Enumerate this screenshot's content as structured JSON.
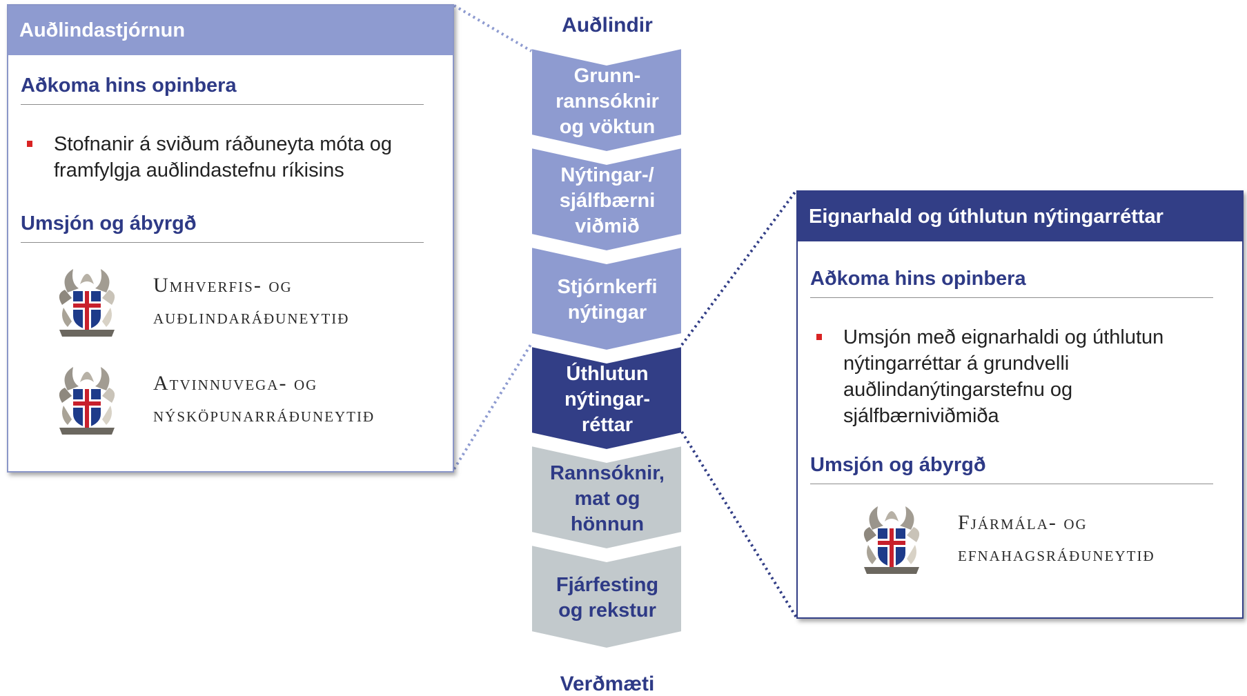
{
  "colors": {
    "light_purple": "#8e9bd0",
    "dark_navy": "#323e86",
    "grey": "#c2c9cc",
    "accent_red": "#d92323"
  },
  "flow": {
    "top_label": "Auðlindir",
    "bottom_label": "Verðmæti",
    "steps": [
      {
        "lines": [
          "Grunn-",
          "rannsóknir",
          "og vöktun"
        ],
        "style": "light"
      },
      {
        "lines": [
          "Nýtingar-/",
          "sjálfbærni",
          "viðmið"
        ],
        "style": "light"
      },
      {
        "lines": [
          "Stjórnkerfi",
          "nýtingar"
        ],
        "style": "light"
      },
      {
        "lines": [
          "Úthlutun",
          "nýtingar-",
          "réttar"
        ],
        "style": "dark"
      },
      {
        "lines": [
          "Rannsóknir,",
          "mat og",
          "hönnun"
        ],
        "style": "grey"
      },
      {
        "lines": [
          "Fjárfesting",
          "og rekstur"
        ],
        "style": "grey"
      }
    ]
  },
  "left_panel": {
    "title": "Auðlindastjórnun",
    "section1_heading": "Aðkoma hins opinbera",
    "bullet_lines": [
      "Stofnanir á sviðum ráðuneyta móta og",
      "framfylgja auðlindastefnu ríkisins"
    ],
    "section2_heading": "Umsjón og ábyrgð",
    "ministries": [
      {
        "line1": "Umhverfis- og",
        "line2": "auðlindaráðuneytið",
        "icon": "coat-of-arms-icon"
      },
      {
        "line1": "Atvinnuvega- og",
        "line2": "nýsköpunarráðuneytið",
        "icon": "coat-of-arms-icon"
      }
    ]
  },
  "right_panel": {
    "title": "Eignarhald og úthlutun nýtingarréttar",
    "section1_heading": "Aðkoma hins opinbera",
    "bullet_lines": [
      "Umsjón með eignarhaldi og úthlutun",
      "nýtingarréttar á grundvelli",
      "auðlindanýtingarstefnu og",
      "sjálfbærniviðmiða"
    ],
    "section2_heading": "Umsjón og ábyrgð",
    "ministries": [
      {
        "line1": "Fjármála- og",
        "line2": "efnahagsráðuneytið",
        "icon": "coat-of-arms-icon"
      }
    ]
  }
}
